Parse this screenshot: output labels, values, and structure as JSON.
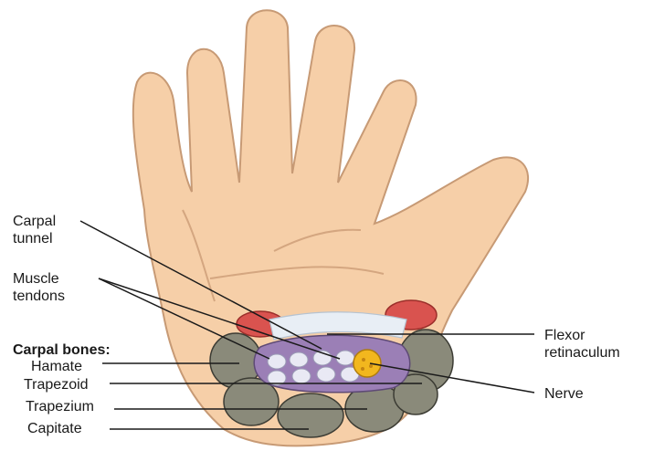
{
  "labels": {
    "carpal_tunnel": "Carpal\ntunnel",
    "muscle_tendons": "Muscle\ntendons",
    "carpal_bones": "Carpal bones:",
    "hamate": "Hamate",
    "trapezoid": "Trapezoid",
    "trapezium": "Trapezium",
    "capitate": "Capitate",
    "flexor_retinaculum": "Flexor\nretinaculum",
    "nerve": "Nerve"
  },
  "colors": {
    "skin": "#f6cfa8",
    "skin_outline": "#c79a75",
    "bone": "#8a8a7a",
    "tunnel": "#9b7fb6",
    "tendon": "#e9e9f4",
    "nerve": "#f2b71e",
    "muscle": "#d9534f",
    "ligament": "#e8eef5"
  }
}
